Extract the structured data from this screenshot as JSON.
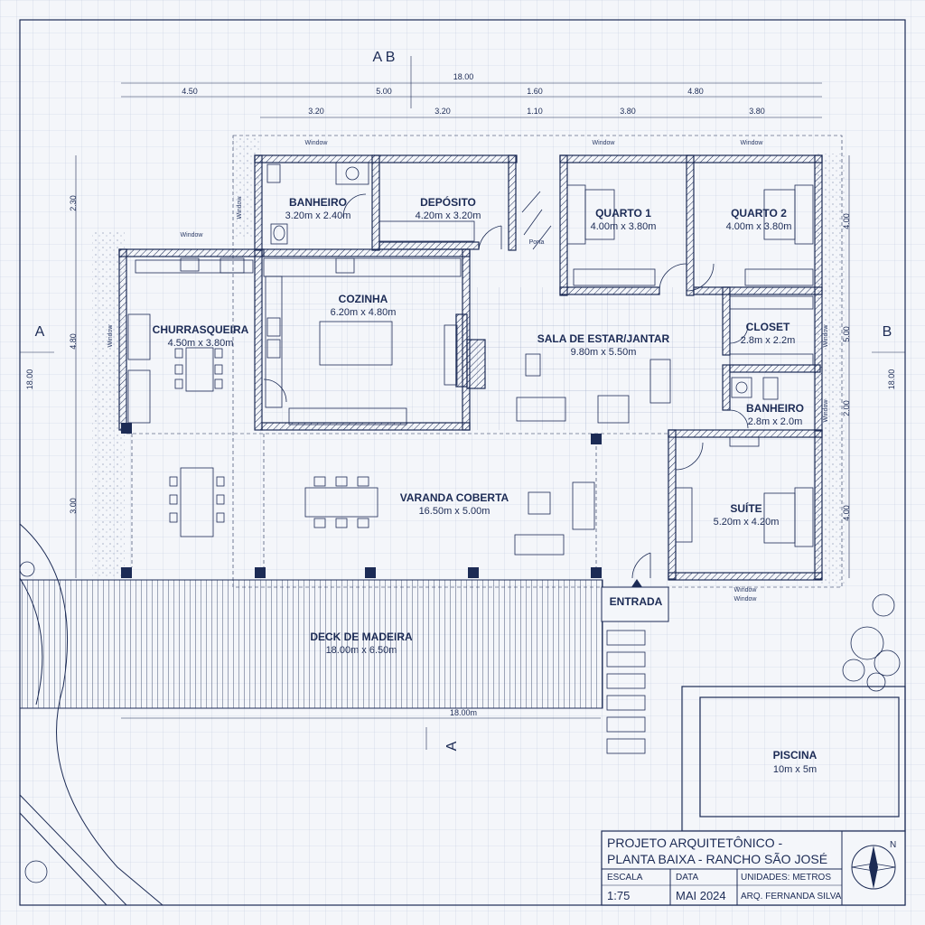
{
  "rooms": {
    "banheiro1": {
      "name": "BANHEIRO",
      "dim": "3.20m x 2.40m"
    },
    "deposito": {
      "name": "DEPÓSITO",
      "dim": "4.20m x 3.20m"
    },
    "quarto1": {
      "name": "QUARTO 1",
      "dim": "4.00m x 3.80m"
    },
    "quarto2": {
      "name": "QUARTO 2",
      "dim": "4.00m x 3.80m"
    },
    "churrasqueira": {
      "name": "CHURRASQUEIRA",
      "dim": "4.50m x 3.80m"
    },
    "cozinha": {
      "name": "COZINHA",
      "dim": "6.20m x 4.80m"
    },
    "sala": {
      "name": "SALA DE ESTAR/JANTAR",
      "dim": "9.80m x 5.50m"
    },
    "closet": {
      "name": "CLOSET",
      "dim": "2.8m x 2.2m"
    },
    "banheiro2": {
      "name": "BANHEIRO",
      "dim": "2.8m x 2.0m"
    },
    "varanda": {
      "name": "VARANDA COBERTA",
      "dim": "16.50m x 5.00m"
    },
    "suite": {
      "name": "SUÍTE",
      "dim": "5.20m x 4.20m"
    },
    "entrada": {
      "name": "ENTRADA"
    },
    "deck": {
      "name": "DECK DE MADEIRA",
      "dim": "18.00m x 6.50m"
    },
    "piscina": {
      "name": "PISCINA",
      "dim": "10m x 5m"
    }
  },
  "dimensions": {
    "total_top": "18.00",
    "top_row1": [
      "4.50",
      "5.00",
      "1.60",
      "4.80"
    ],
    "top_row2": [
      "3.20",
      "3.20",
      "1.10",
      "3.80",
      "3.80"
    ],
    "bottom": "18.00m",
    "left": [
      "2.30",
      "4.80",
      "3.00",
      "18.00"
    ],
    "right": [
      "4.00",
      "5.00",
      "2.00",
      "4.00",
      "18.00"
    ]
  },
  "section_marks": {
    "a": "A",
    "b": "B",
    "ab": "A B"
  },
  "window_labels": [
    "Window",
    "Window",
    "Window",
    "Window",
    "Window",
    "Window",
    "Window",
    "Window",
    "Window",
    "Window"
  ],
  "door_label": "Porta",
  "title_block": {
    "title_line1": "PROJETO ARQUITETÔNICO -",
    "title_line2": "PLANTA BAIXA - RANCHO SÃO JOSÉ",
    "scale_label": "ESCALA",
    "scale_value": "1:75",
    "date_label": "DATA",
    "date_value": "MAI 2024",
    "units": "UNIDADES: METROS",
    "architect": "ARQ. FERNANDA SILVA",
    "north": "N"
  },
  "colors": {
    "ink": "#1c2b55",
    "paper": "#f4f6fa",
    "grid": "#c3cde0"
  }
}
